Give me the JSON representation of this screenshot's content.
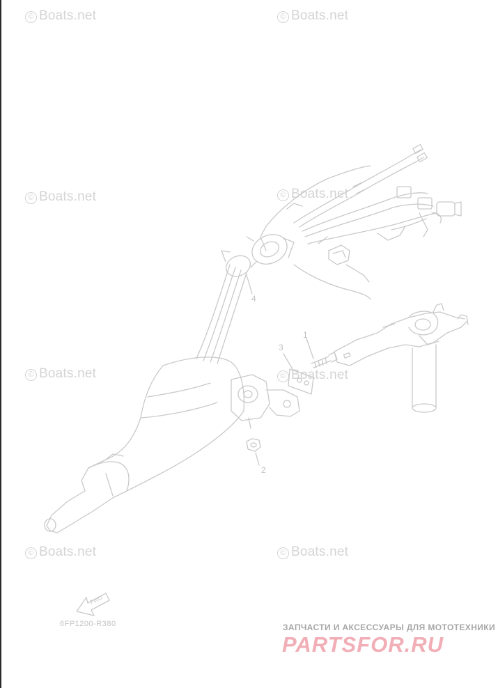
{
  "watermark": {
    "text": "Boats.net",
    "symbol": "©"
  },
  "callouts": {
    "c1": "1",
    "c2": "2",
    "c3": "3",
    "c4": "4"
  },
  "fwd_label": "FWD",
  "part_code": "6FP1200-R380",
  "shop": {
    "tagline": "ЗАПЧАСТИ И АКСЕССУАРЫ ДЛЯ МОТОТЕХНИКИ",
    "logo": "PARTSFOR.RU",
    "logo_color": "#f1aeb6"
  },
  "colors": {
    "line": "#c9c9c9",
    "watermark": "#d4d4d4",
    "border": "#2a2a2a"
  }
}
